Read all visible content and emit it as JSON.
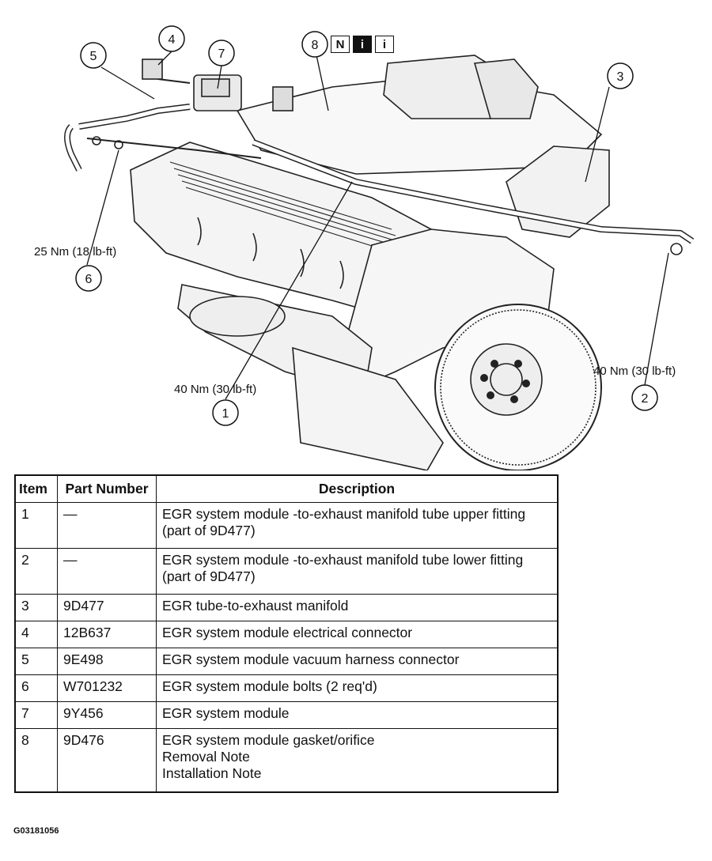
{
  "diagram": {
    "callouts": [
      "1",
      "2",
      "3",
      "4",
      "5",
      "6",
      "7",
      "8"
    ],
    "torque_labels": {
      "item6": "25 Nm (18 lb-ft)",
      "item1": "40 Nm (30 lb-ft)",
      "item2": "40 Nm (30 lb-ft)"
    },
    "badges": {
      "note": "N",
      "removal": "i",
      "installation": "i"
    }
  },
  "table": {
    "headers": {
      "item": "Item",
      "part_number": "Part Number",
      "description": "Description"
    },
    "rows": [
      {
        "item": "1",
        "part_number": "—",
        "description": [
          "EGR system module -to-exhaust manifold tube upper fitting (part of 9D477)"
        ]
      },
      {
        "item": "2",
        "part_number": "—",
        "description": [
          "EGR system module -to-exhaust manifold tube lower fitting (part of 9D477)"
        ]
      },
      {
        "item": "3",
        "part_number": "9D477",
        "description": [
          "EGR tube-to-exhaust manifold"
        ]
      },
      {
        "item": "4",
        "part_number": "12B637",
        "description": [
          "EGR system module electrical connector"
        ]
      },
      {
        "item": "5",
        "part_number": "9E498",
        "description": [
          "EGR system module vacuum harness connector"
        ]
      },
      {
        "item": "6",
        "part_number": "W701232",
        "description": [
          "EGR system module bolts (2 req'd)"
        ]
      },
      {
        "item": "7",
        "part_number": "9Y456",
        "description": [
          "EGR system module"
        ]
      },
      {
        "item": "8",
        "part_number": "9D476",
        "description": [
          "EGR system module gasket/orifice",
          "Removal Note",
          "Installation Note"
        ]
      }
    ]
  },
  "figure_id": "G03181056"
}
